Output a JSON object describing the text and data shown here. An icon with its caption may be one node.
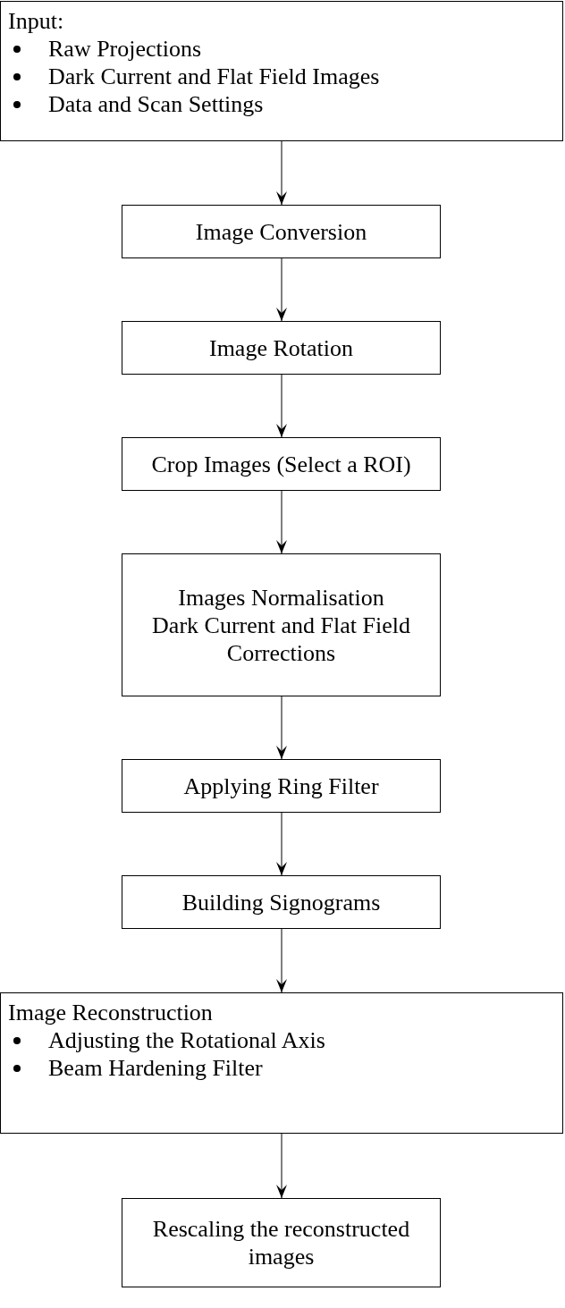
{
  "diagram": {
    "nodes": [
      {
        "text": [
          "Input:",
          "Raw Projections",
          "Dark Current and Flat Field Images",
          "Data and Scan Settings"
        ]
      },
      {
        "text": [
          "Image Conversion"
        ]
      },
      {
        "text": [
          "Image Rotation"
        ]
      },
      {
        "text": [
          "Crop Images (Select a ROI)"
        ]
      },
      {
        "text": [
          "Images Normalisation",
          "Dark Current and Flat Field Corrections"
        ]
      },
      {
        "text": [
          "Applying Ring Filter"
        ]
      },
      {
        "text": [
          "Building Signograms"
        ]
      },
      {
        "text": [
          "Image Reconstruction",
          "Adjusting the Rotational Axis",
          "Beam Hardening Filter"
        ]
      },
      {
        "text": [
          "Rescaling the reconstructed images"
        ]
      }
    ],
    "edges": [
      {
        "from": 0,
        "to": 1,
        "arrow": "to"
      },
      {
        "from": 1,
        "to": 2,
        "arrow": "to"
      },
      {
        "from": 2,
        "to": 3,
        "arrow": "to"
      },
      {
        "from": 3,
        "to": 4,
        "arrow": "to"
      },
      {
        "from": 4,
        "to": 5,
        "arrow": "to"
      },
      {
        "from": 5,
        "to": 6,
        "arrow": "to"
      },
      {
        "from": 6,
        "to": 7,
        "arrow": "to"
      },
      {
        "from": 7,
        "to": 8,
        "arrow": "to"
      }
    ]
  }
}
